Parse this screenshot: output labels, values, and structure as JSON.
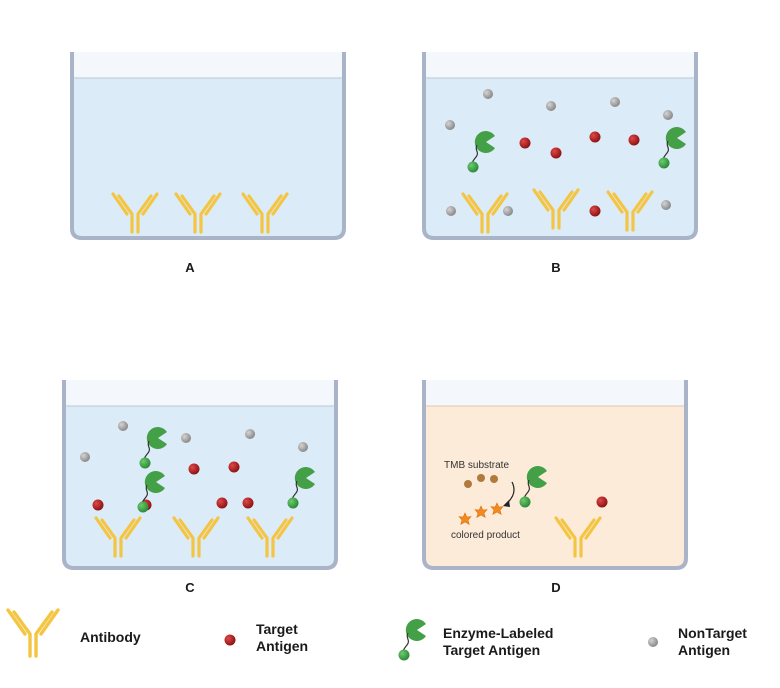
{
  "panels": {
    "a": {
      "label": "A"
    },
    "b": {
      "label": "B"
    },
    "c": {
      "label": "C"
    },
    "d": {
      "label": "D",
      "substrate_label": "TMB substrate",
      "product_label": "colored product"
    }
  },
  "legend": {
    "antibody": "Antibody",
    "target_line1": "Target",
    "target_line2": "Antigen",
    "enzyme_line1": "Enzyme-Labeled",
    "enzyme_line2": "Target Antigen",
    "nontarget_line1": "NonTarget",
    "nontarget_line2": "Antigen"
  },
  "colors": {
    "antibody": "#F4C542",
    "target_antigen": "#B71C1C",
    "nontarget_antigen": "#9E9E9E",
    "enzyme": "#43A047",
    "well_liquid": "#DCEBF8",
    "well_substrate": "#FCEBD9",
    "well_wall": "#AAB4C8"
  }
}
